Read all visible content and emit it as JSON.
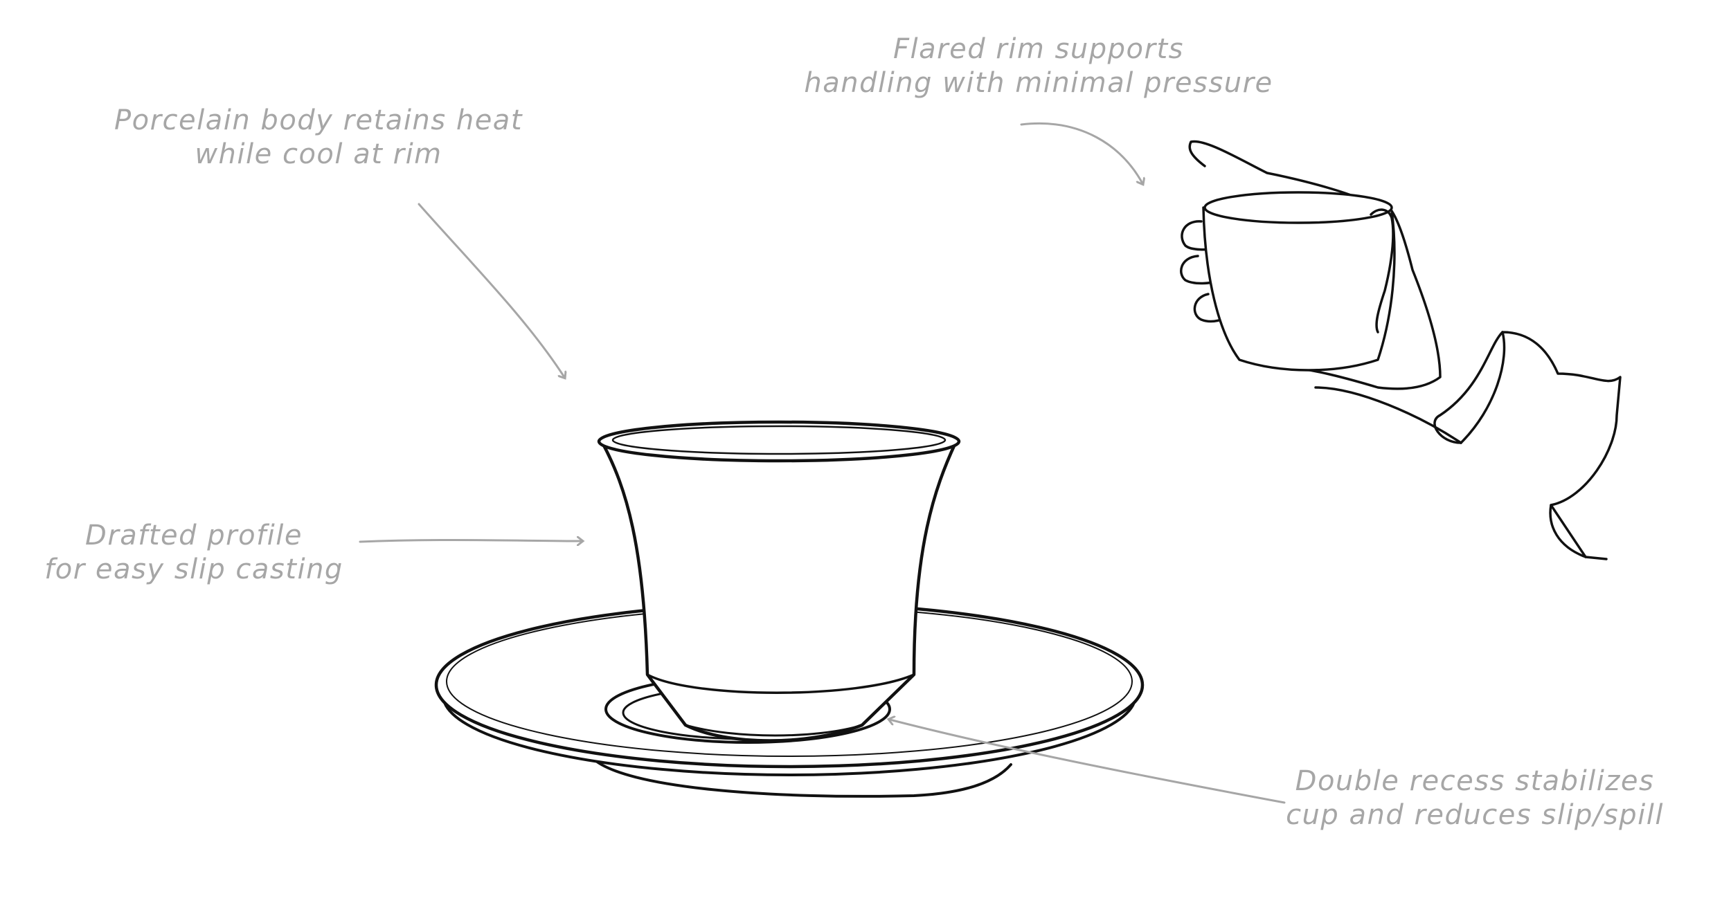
{
  "annotations": {
    "porcelain": {
      "line1": "Porcelain body retains heat",
      "line2": "while cool at rim"
    },
    "rim": {
      "line1": "Flared rim supports",
      "line2": "handling with minimal pressure"
    },
    "draft": {
      "line1": "Drafted profile",
      "line2": "for easy slip casting"
    },
    "recess": {
      "line1": "Double recess stabilizes",
      "line2": "cup and reduces slip/spill"
    }
  },
  "colors": {
    "ink": "#111111",
    "annotation": "#a6a6a6",
    "background": "#ffffff"
  }
}
